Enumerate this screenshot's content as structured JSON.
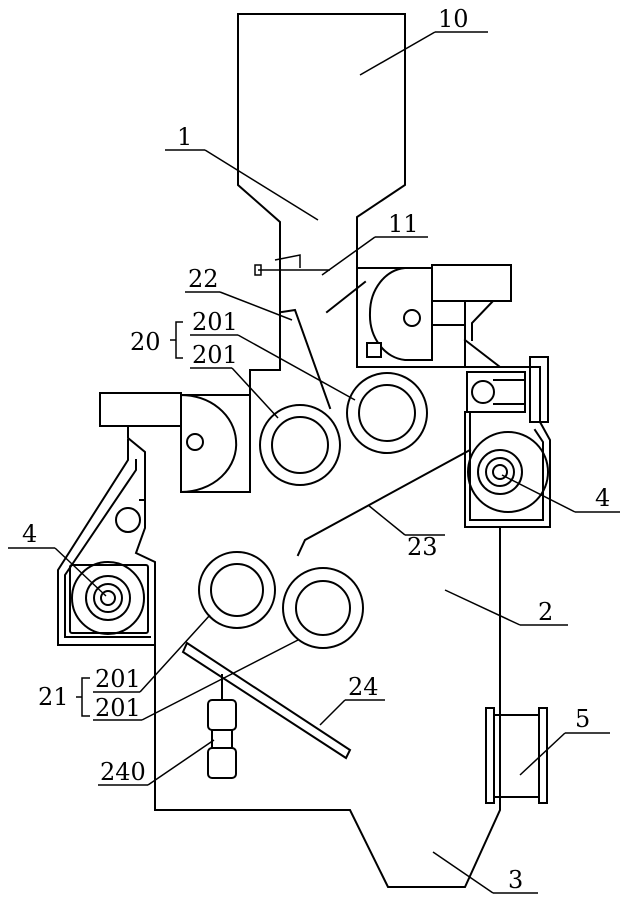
{
  "labels": {
    "hopper": "10",
    "body_upper": "1",
    "chute_guide": "11",
    "guide_22": "22",
    "group_20": "20",
    "roller_201_a": "201",
    "roller_201_b": "201",
    "roller_201_c": "201",
    "roller_201_d": "201",
    "group_21": "21",
    "motor_left": "4",
    "motor_right": "4",
    "guide_23": "23",
    "chamber_2": "2",
    "screen_24": "24",
    "motor_240": "240",
    "port_5": "5",
    "outlet_3": "3"
  }
}
